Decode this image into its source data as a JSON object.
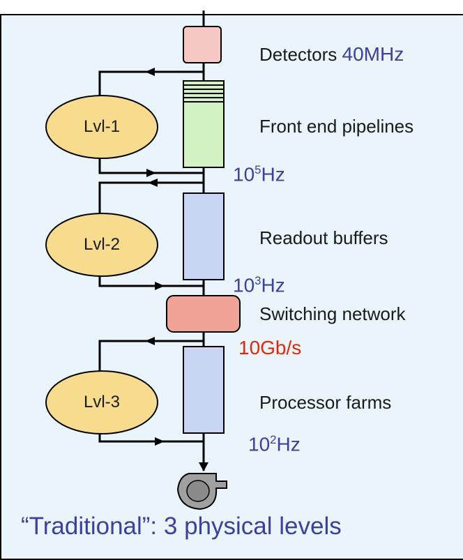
{
  "colors": {
    "background": "#e9f4fb",
    "rate_blue": "#3f3f9f",
    "bandwidth_red": "#e8250a",
    "trigger_fill": "#f7dc8e",
    "detector_fill": "#f7c9c4",
    "pipeline_fill": "#d2f2c4",
    "buffer_fill": "#c8d6f4"
  },
  "stages": {
    "detectors": "Detectors",
    "front_end": "Front end pipelines",
    "readout": "Readout buffers",
    "switching": "Switching network",
    "processors": "Processor farms"
  },
  "rates": {
    "detector_rate": "40MHz",
    "lvl1_base": "10",
    "lvl1_exp": "5",
    "lvl1_unit": "Hz",
    "lvl2_base": "10",
    "lvl2_exp": "3",
    "lvl2_unit": "Hz",
    "bandwidth": "10Gb/s",
    "lvl3_base": "10",
    "lvl3_exp": "2",
    "lvl3_unit": "Hz"
  },
  "triggers": {
    "lvl1": "Lvl-1",
    "lvl2": "Lvl-2",
    "lvl3": "Lvl-3"
  },
  "icons": [
    "storage-disk-icon"
  ],
  "caption": "“Traditional”: 3 physical levels"
}
